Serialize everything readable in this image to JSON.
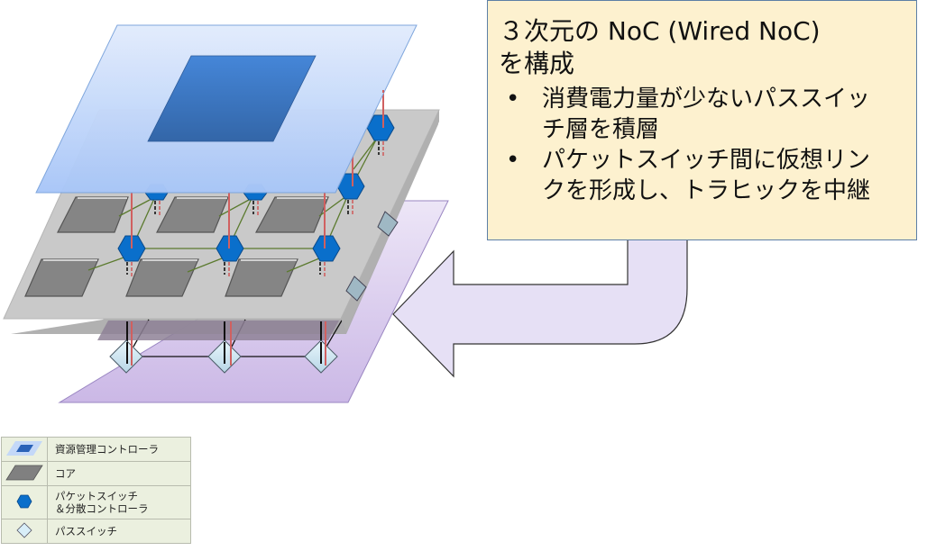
{
  "callout": {
    "title_line1": "３次元の NoC (Wired NoC)",
    "title_line2": "を構成",
    "bullet_glyph": "•",
    "bullets": [
      {
        "line1": "消費電力量が少ないパススイッ",
        "line2": "チ層を積層"
      },
      {
        "line1": "パケットスイッチ間に仮想リン",
        "line2": "クを形成し、トラヒックを中継"
      }
    ]
  },
  "legend": {
    "items": [
      {
        "icon": "resource-controller-icon",
        "label": "資源管理コントローラ"
      },
      {
        "icon": "core-icon",
        "label": "コア"
      },
      {
        "icon": "packet-switch-icon",
        "label_line1": "パケットスイッチ",
        "label_line2": "＆分散コントローラ"
      },
      {
        "icon": "path-switch-icon",
        "label": "パススイッチ"
      }
    ]
  },
  "colors": {
    "top_layer": "#b4ccf7",
    "resource_controller": "#3c74c0",
    "core_layer": "#c9c9c9",
    "core": "#858585",
    "packet_switch": "#0a6fcb",
    "path_switch_layer": "#dccdee",
    "path_switch": "#d8eef8",
    "vertical_link": "#d06060",
    "mesh_link": "#5b7a2e",
    "arrow_fill": "#e6e0f5",
    "callout_fill": "#fdf1cf",
    "callout_border": "#5d7fa6"
  }
}
